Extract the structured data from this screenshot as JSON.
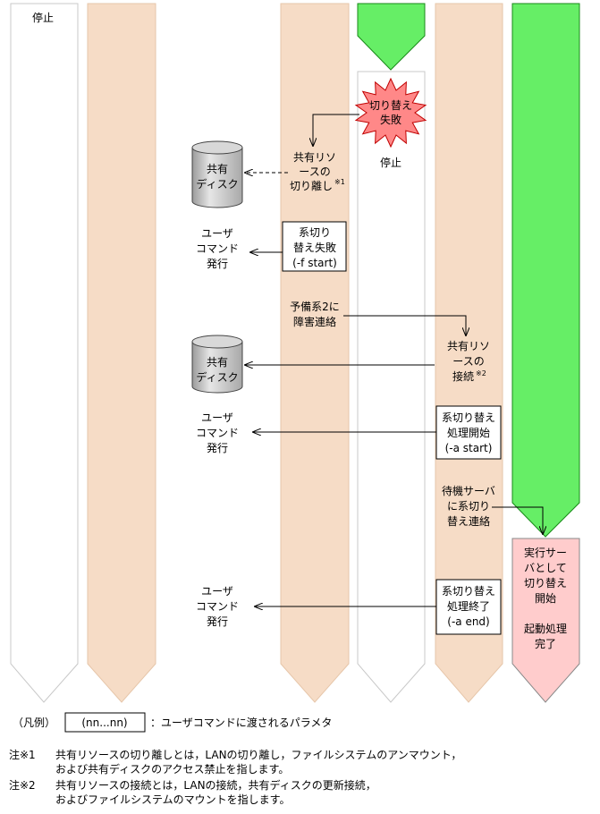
{
  "lane_top_labels": {
    "lane1": "停止"
  },
  "popups": {
    "failure_burst": [
      "切り替え",
      "失敗"
    ],
    "stop_label": "停止"
  },
  "disks": {
    "disk1": [
      "共有",
      "ディスク"
    ],
    "disk2": [
      "共有",
      "ディスク"
    ]
  },
  "user_commands": {
    "cmd1": [
      "ユーザ",
      "コマンド",
      "発行"
    ],
    "cmd2": [
      "ユーザ",
      "コマンド",
      "発行"
    ],
    "cmd3": [
      "ユーザ",
      "コマンド",
      "発行"
    ]
  },
  "steps": {
    "detach": [
      "共有リソ",
      "ースの",
      "切り離し"
    ],
    "detach_note_mark": "※1",
    "fail_cmd": [
      "系切り",
      "替え失敗",
      "(-f start)"
    ],
    "notify_standby2": [
      "予備系2に",
      "障害連絡"
    ],
    "connect": [
      "共有リソ",
      "ースの",
      "接続"
    ],
    "connect_note_mark": "※2",
    "start_cmd": [
      "系切り替え",
      "処理開始",
      "(-a start)"
    ],
    "notify_standby_server": [
      "待機サーバ",
      "に系切り",
      "替え連絡"
    ],
    "end_cmd": [
      "系切り替え",
      "処理終了",
      "(-a end)"
    ],
    "active_server": [
      "実行サー",
      "バとして",
      "切り替え",
      "開始",
      "",
      "起動処理",
      "完了"
    ]
  },
  "legend": {
    "prefix": "（凡例）",
    "sample": "(nn...nn)",
    "desc": "：ユーザコマンドに渡されるパラメタ"
  },
  "notes": [
    {
      "mark": "注※1",
      "lines": [
        "共有リソースの切り離しとは，LANの切り離し，ファイルシステムのアンマウント，",
        "および共有ディスクのアクセス禁止を指します。"
      ]
    },
    {
      "mark": "注※2",
      "lines": [
        "共有リソースの接続とは，LANの接続，共有ディスクの更新接続，",
        "およびファイルシステムのマウントを指します。"
      ]
    }
  ],
  "colors": {
    "peach": "#f6dcc6",
    "green": "#66ee66",
    "pink": "#ffcccc",
    "burst": "#ff8888",
    "disk": "#c8c8c8",
    "lane_stroke": "#c8c8c8"
  }
}
